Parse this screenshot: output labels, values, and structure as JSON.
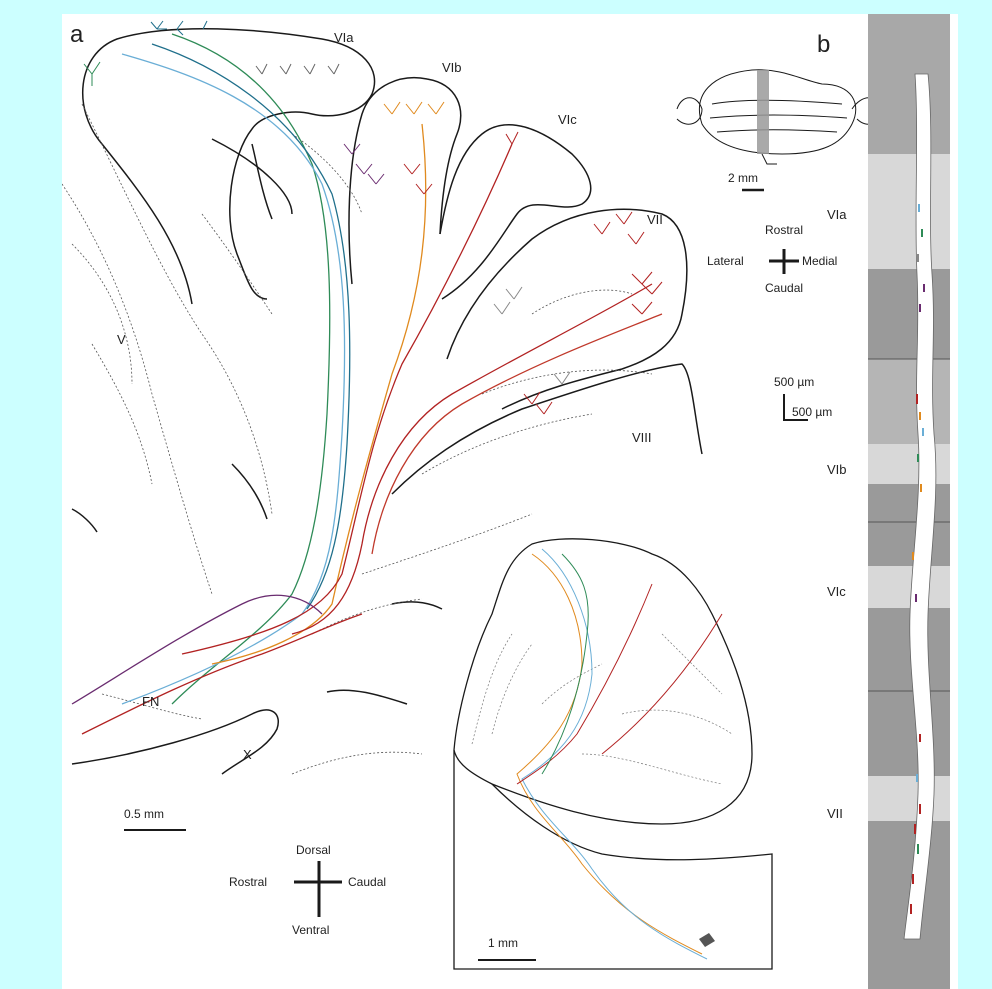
{
  "colors": {
    "page_border": "#ccffff",
    "background": "#ffffff",
    "outline": "#1a1a1a",
    "dashed": "#555555",
    "strip_dark": "#9a9a9a",
    "strip_light": "#d8d8d8",
    "axon_colors": [
      "#2e8b57",
      "#6aaed6",
      "#1f6f8b",
      "#e08a1e",
      "#b22222",
      "#6a2c70",
      "#8a8a8a",
      "#3a3a3a"
    ]
  },
  "panel_a": {
    "letter": "a",
    "regions": {
      "via": "VIa",
      "vib": "VIb",
      "vic": "VIc",
      "vii": "VII",
      "viii": "VIII",
      "v": "V",
      "fn": "FN",
      "x": "X"
    },
    "scale_bar_main": "0.5 mm",
    "scale_bar_inset": "1 mm",
    "orientation": {
      "dorsal": "Dorsal",
      "ventral": "Ventral",
      "rostral": "Rostral",
      "caudal": "Caudal"
    }
  },
  "panel_b": {
    "letter": "b",
    "scale_bar_brain": "2 mm",
    "orientation": {
      "rostral": "Rostral",
      "caudal": "Caudal",
      "lateral": "Lateral",
      "medial": "Medial"
    },
    "scale_bar_x": "500 µm",
    "scale_bar_y": "500 µm",
    "strip_labels": {
      "via": "VIa",
      "vib": "VIb",
      "vic": "VIc",
      "vii": "VII"
    }
  }
}
